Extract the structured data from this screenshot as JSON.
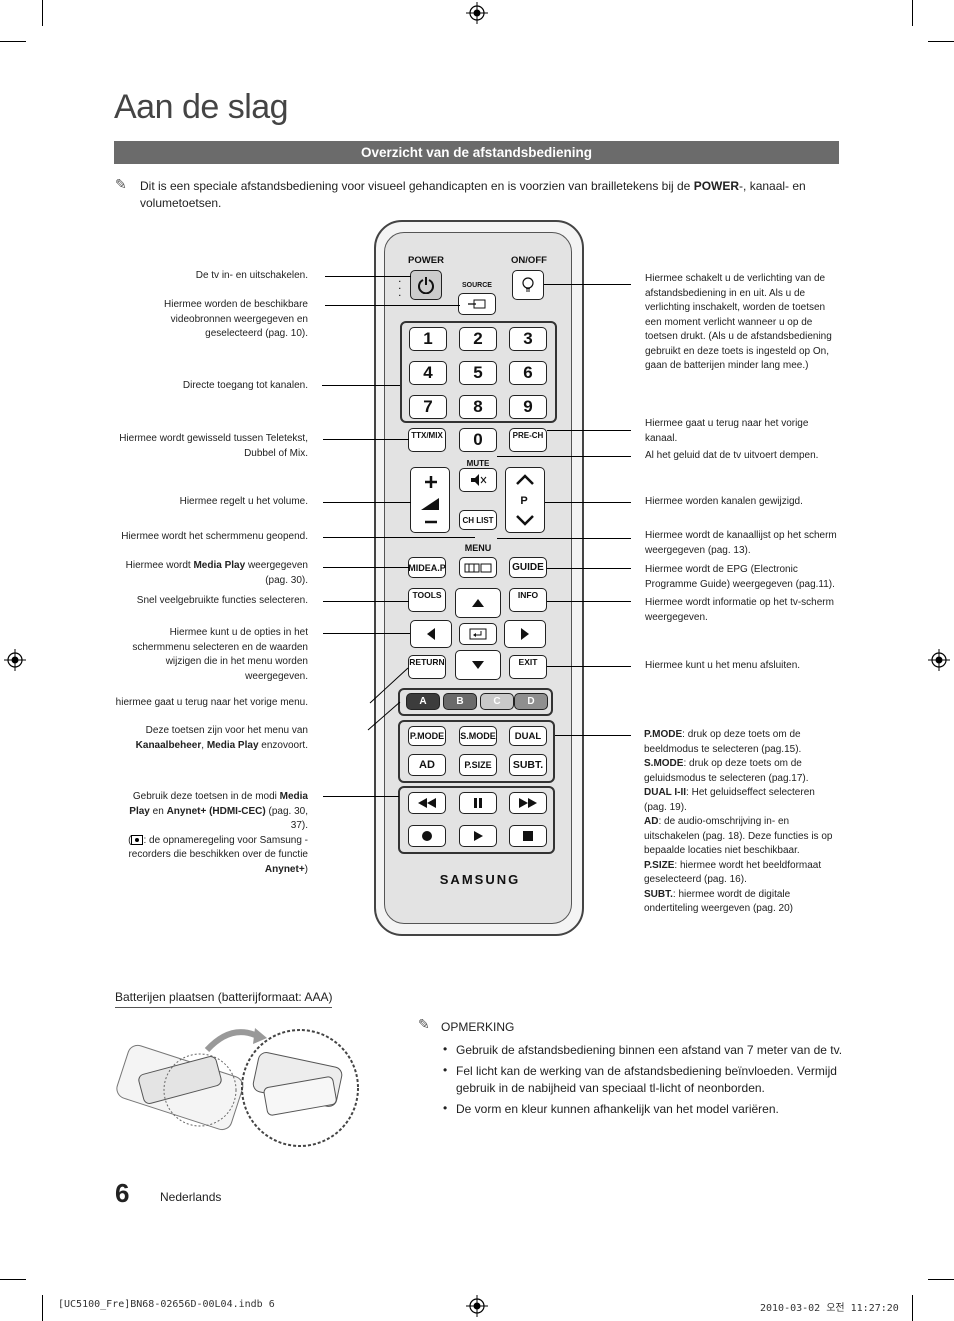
{
  "page": {
    "title": "Aan de slag",
    "section_header": "Overzicht van de afstandsbediening",
    "intro_prefix": "Dit is een speciale afstandsbediening voor visueel gehandicapten en is voorzien van brailletekens bij de ",
    "intro_power": "POWER",
    "intro_suffix": "-, kanaal- en volumetoetsen."
  },
  "left_labels": {
    "power": "De tv in- en uitschakelen.",
    "source": "Hiermee worden de beschikbare videobronnen weergegeven en geselecteerd (pag. 10).",
    "channels": "Directe toegang tot kanalen.",
    "ttx": "Hiermee wordt gewisseld tussen Teletekst, Dubbel of Mix.",
    "volume": "Hiermee regelt u het volume.",
    "menu": "Hiermee wordt het schermmenu geopend.",
    "mediap_a": "Hiermee wordt ",
    "mediap_b": "Media Play",
    "mediap_c": " weergegeven (pag. 30).",
    "tools": "Snel veelgebruikte functies selecteren.",
    "nav": "Hiermee kunt u de opties in het schermmenu selecteren en de waarden wijzigen die in het menu worden weergegeven.",
    "return": "hiermee gaat u terug naar het vorige menu.",
    "colors_a": "Deze toetsen zijn voor het menu van ",
    "colors_b": "Kanaalbeheer",
    "colors_c": ", ",
    "colors_d": "Media Play",
    "colors_e": " enzovoort.",
    "media_a": "Gebruik deze toetsen in de modi ",
    "media_b": "Media Play",
    "media_c": " en ",
    "media_d": "Anynet+ (HDMI-CEC)",
    "media_e": " (pag. 30, 37).",
    "media_f": "(",
    "media_g": ": de opnameregeling voor Samsung -recorders die beschikken over de functie ",
    "media_h": "Anynet+",
    "media_i": ")"
  },
  "right_labels": {
    "onoff": "Hiermee schakelt u de verlichting van de afstandsbediening in en uit. Als u de verlichting inschakelt, worden de toetsen een moment verlicht wanneer u op de toetsen drukt. (Als u de afstandsbediening gebruikt en deze toets is ingesteld op On, gaan de batterijen minder lang mee.)",
    "prech": "Hiermee gaat u terug naar het vorige kanaal.",
    "mute": "Al het geluid dat de tv uitvoert dempen.",
    "channel": "Hiermee worden kanalen gewijzigd.",
    "chlist": "Hiermee wordt de kanaallijst op het scherm weergegeven (pag. 13).",
    "guide": "Hiermee wordt de EPG (Electronic Programme Guide) weergegeven (pag.11).",
    "info": "Hiermee wordt informatie op het tv-scherm weergegeven.",
    "exit": "Hiermee kunt u het menu afsluiten.",
    "pmode_b": "P.MODE",
    "pmode_t": ": druk op deze toets om de beeldmodus te selecteren (pag.15).",
    "smode_b": "S.MODE",
    "smode_t": ": druk op deze toets om de geluidsmodus te selecteren (pag.17).",
    "dual_b": "DUAL I-II",
    "dual_t": ": Het geluidseffect selecteren (pag. 19).",
    "ad_b": "AD",
    "ad_t": ": de audio-omschrijving in- en uitschakelen (pag. 18). Deze functies is op bepaalde locaties niet beschikbaar.",
    "psize_b": "P.SIZE",
    "psize_t": ": hiermee wordt het beeldformaat geselecteerd (pag. 16).",
    "subt_b": "SUBT.",
    "subt_t": ": hiermee wordt de digitale ondertiteling weergeven (pag. 20)"
  },
  "remote": {
    "power": "POWER",
    "onoff": "ON/OFF",
    "source": "SOURCE",
    "digits": [
      "1",
      "2",
      "3",
      "4",
      "5",
      "6",
      "7",
      "8",
      "9"
    ],
    "zero": "0",
    "ttx": "TTX/MIX",
    "prech": "PRE-CH",
    "mute": "MUTE",
    "p": "P",
    "chlist": "CH LIST",
    "menu": "MENU",
    "mediap": "MIDEA.P",
    "guide": "GUIDE",
    "tools": "TOOLS",
    "info": "INFO",
    "return": "RETURN",
    "exit": "EXIT",
    "colors": [
      "A",
      "B",
      "C",
      "D"
    ],
    "pmode": "P.MODE",
    "smode": "S.MODE",
    "dual": "DUAL",
    "ad": "AD",
    "psize": "P.SIZE",
    "subt": "SUBT.",
    "brand": "SAMSUNG",
    "colors_hex": {
      "a": "#3c3c3c",
      "b": "#6a6a6a",
      "c": "#c9c9c9",
      "d": "#8f8f8f"
    }
  },
  "battery": {
    "heading": "Batterijen plaatsen (batterijformaat: AAA)"
  },
  "note": {
    "heading": "OPMERKING",
    "items": [
      "Gebruik de afstandsbediening binnen een afstand van 7 meter van de tv.",
      "Fel licht kan de werking van de afstandsbediening beïnvloeden. Vermijd gebruik in de nabijheid van speciaal tl-licht of neonborden.",
      "De vorm en kleur kunnen afhankelijk van het model variëren."
    ]
  },
  "footer": {
    "page_number": "6",
    "language": "Nederlands",
    "file": "[UC5100_Fre]BN68-02656D-00L04.indb   6",
    "date": "2010-03-02   오전 11:27:20"
  }
}
